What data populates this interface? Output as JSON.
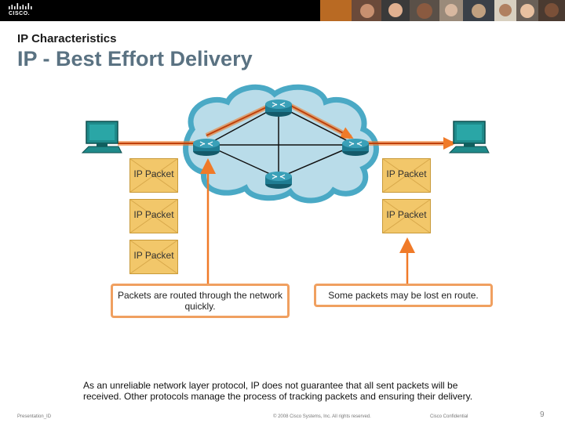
{
  "header": {
    "logo_text": "CISCO.",
    "subtitle": "IP Characteristics",
    "title": "IP - Best Effort Delivery"
  },
  "diagram": {
    "packets_left": [
      "IP Packet",
      "IP Packet",
      "IP Packet"
    ],
    "packets_right": [
      "IP Packet",
      "IP Packet"
    ],
    "callout_left": "Packets are routed through the network quickly.",
    "callout_right": "Some packets may be lost en route.",
    "colors": {
      "cloud_fill": "#b9dce9",
      "cloud_edge": "#4aa9c5",
      "router": "#1f7c92",
      "path": "#f07a28",
      "packet": "#f2c76a",
      "callout_border": "#f0a060",
      "pc": "#1f8a8a"
    }
  },
  "caption": "As an unreliable network layer protocol, IP does not guarantee that all sent packets will be received. Other protocols manage the process of tracking packets and ensuring their delivery.",
  "footer": {
    "left": "Presentation_ID",
    "middle": "© 2008 Cisco Systems, Inc. All rights reserved.",
    "confidential": "Cisco Confidential",
    "page": "9"
  }
}
